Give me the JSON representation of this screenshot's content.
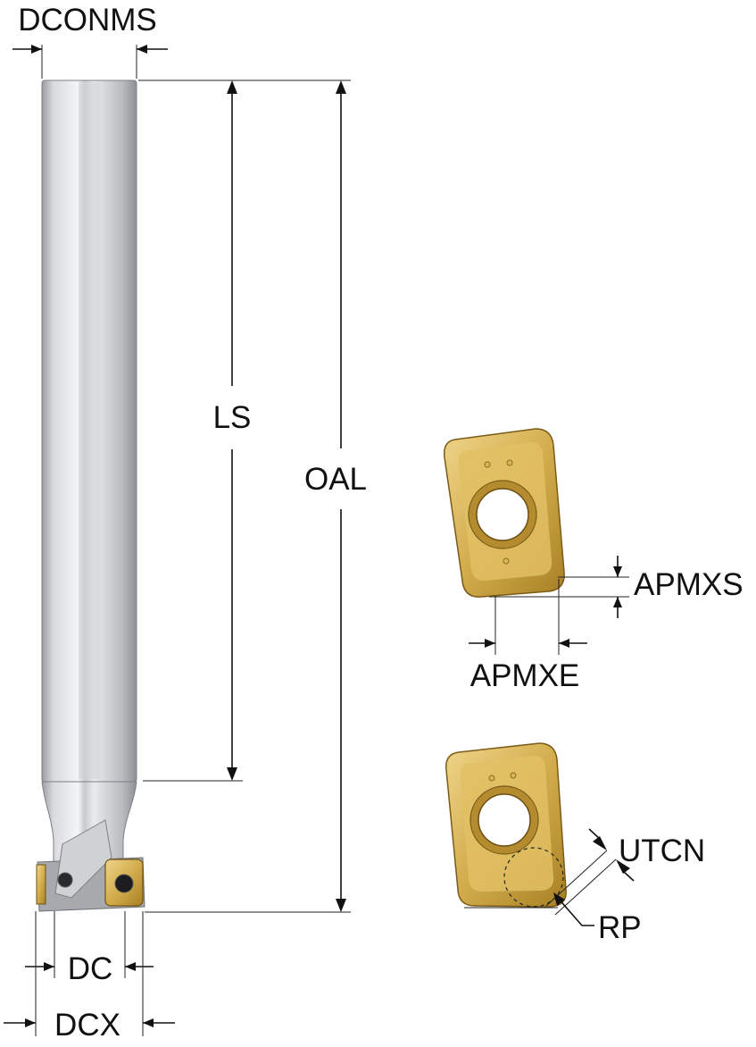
{
  "labels": {
    "dconms": "DCONMS",
    "ls": "LS",
    "oal": "OAL",
    "dc": "DC",
    "dcx": "DCX",
    "apmxs": "APMXS",
    "apmxe": "APMXE",
    "utcn": "UTCN",
    "rp": "RP"
  },
  "colors": {
    "shank": "#d4d6da",
    "insert_gold": "#c9a443",
    "insert_dark": "#8a6a1e",
    "dimension_line": "#111111"
  }
}
